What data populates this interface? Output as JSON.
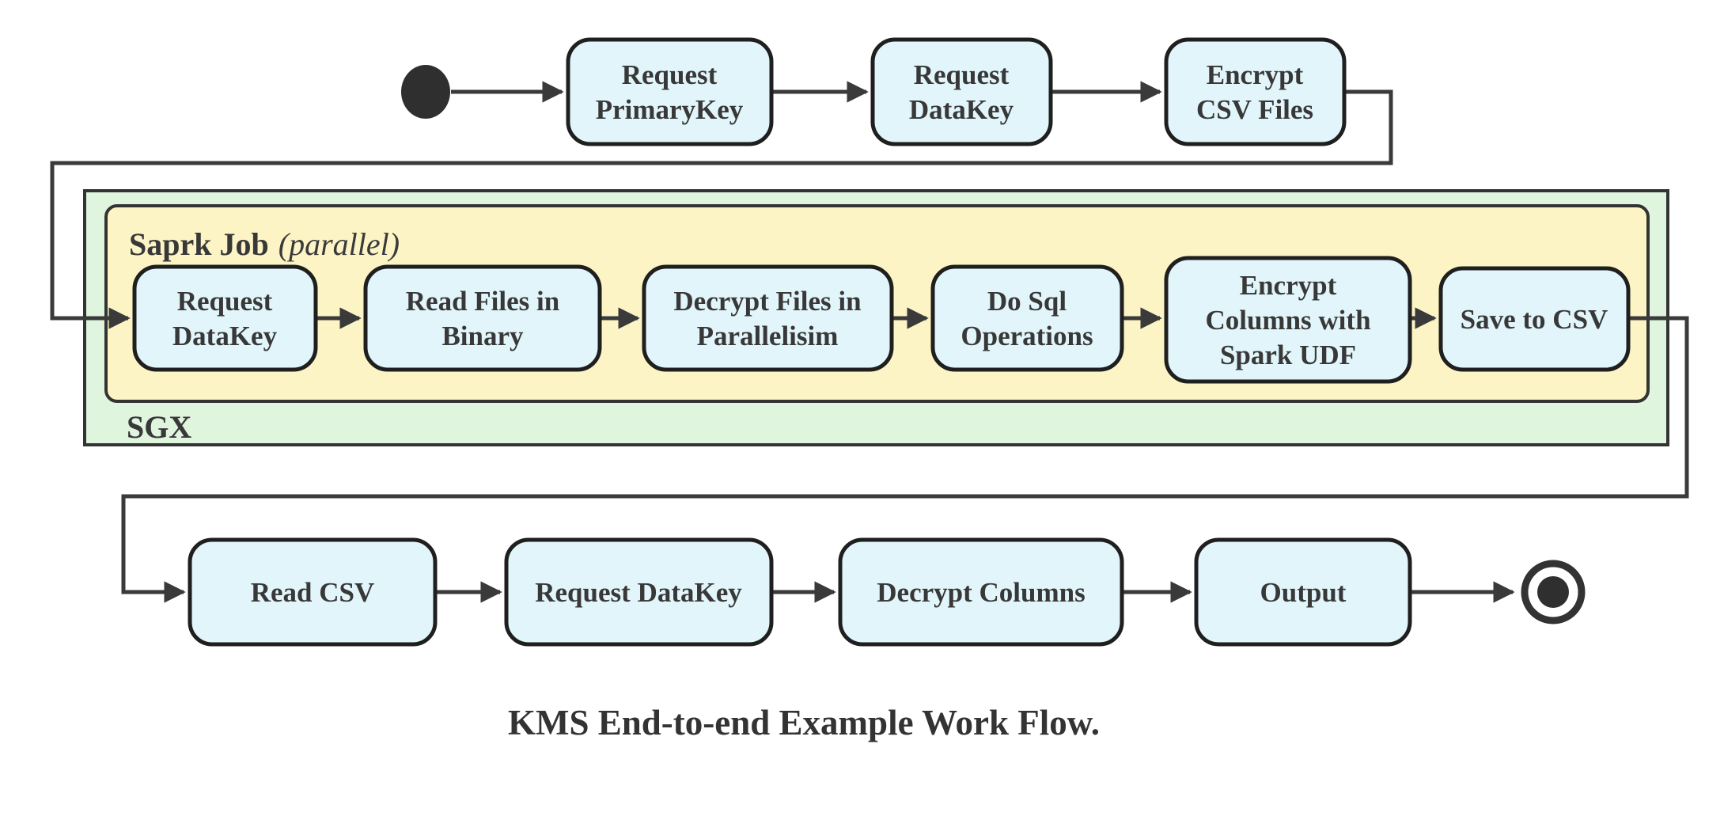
{
  "diagram": {
    "caption": "KMS End-to-end Example Work Flow.",
    "colors": {
      "node_fill": "#e1f5fa",
      "node_stroke": "#1f1f1f",
      "spark_job_fill": "#fcf4c5",
      "sgx_fill": "#e0f5de",
      "container_stroke": "#333333",
      "edge_color": "#3a3a3a",
      "text_color": "#383838"
    },
    "containers": {
      "sgx": {
        "label": "SGX"
      },
      "spark_job": {
        "title": "Saprk Job",
        "subtitle": "(parallel)"
      }
    },
    "nodes": {
      "request_primarykey": {
        "lines": [
          "Request",
          "PrimaryKey"
        ]
      },
      "request_datakey_top": {
        "lines": [
          "Request",
          "DataKey"
        ]
      },
      "encrypt_csv_files": {
        "lines": [
          "Encrypt",
          "CSV Files"
        ]
      },
      "request_datakey_sgx": {
        "lines": [
          "Request",
          "DataKey"
        ]
      },
      "read_files_in_binary": {
        "lines": [
          "Read Files in",
          "Binary"
        ]
      },
      "decrypt_files_in_parallelisim": {
        "lines": [
          "Decrypt Files in",
          "Parallelisim"
        ]
      },
      "do_sql_operations": {
        "lines": [
          "Do Sql",
          "Operations"
        ]
      },
      "encrypt_columns_with_spark_udf": {
        "lines": [
          "Encrypt",
          "Columns with",
          "Spark UDF"
        ]
      },
      "save_to_csv": {
        "lines": [
          "Save to CSV"
        ]
      },
      "read_csv": {
        "lines": [
          "Read CSV"
        ]
      },
      "request_datakey_output": {
        "lines": [
          "Request DataKey"
        ]
      },
      "decrypt_columns": {
        "lines": [
          "Decrypt Columns"
        ]
      },
      "output": {
        "lines": [
          "Output"
        ]
      }
    }
  }
}
